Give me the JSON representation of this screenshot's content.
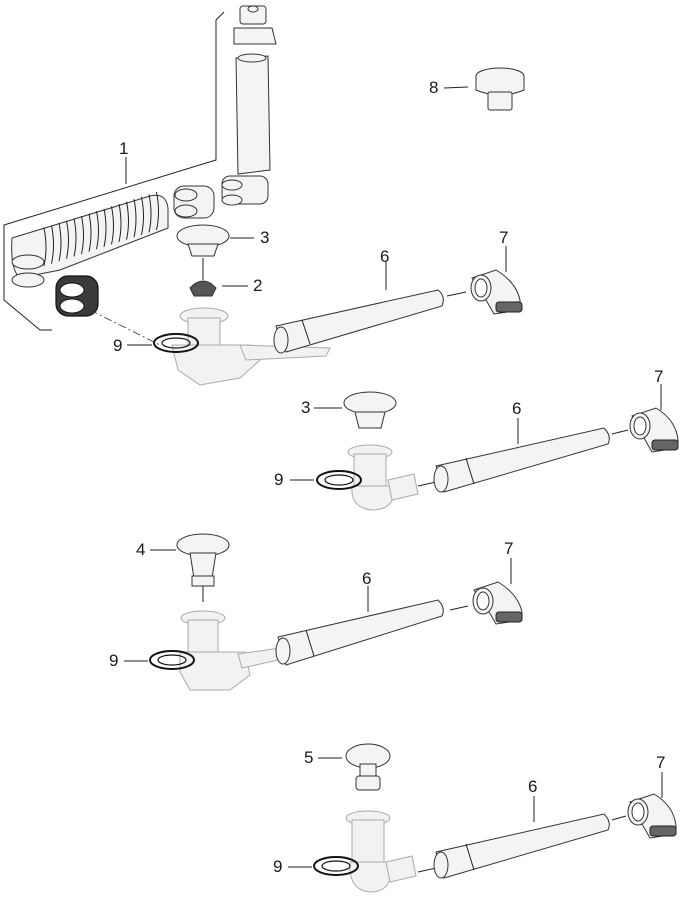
{
  "diagram": {
    "type": "exploded-parts-drawing",
    "callouts": {
      "group_a": {
        "hose_kit": "1",
        "valve_insert": "2",
        "cap": "3",
        "pipe": "6",
        "elbow": "7",
        "button": "8",
        "seal": "9"
      },
      "group_b": {
        "cap": "3",
        "pipe": "6",
        "elbow": "7",
        "seal": "9"
      },
      "group_c": {
        "plug": "4",
        "pipe": "6",
        "elbow": "7",
        "seal": "9"
      },
      "group_d": {
        "plug": "5",
        "pipe": "6",
        "elbow": "7",
        "seal": "9"
      }
    }
  }
}
